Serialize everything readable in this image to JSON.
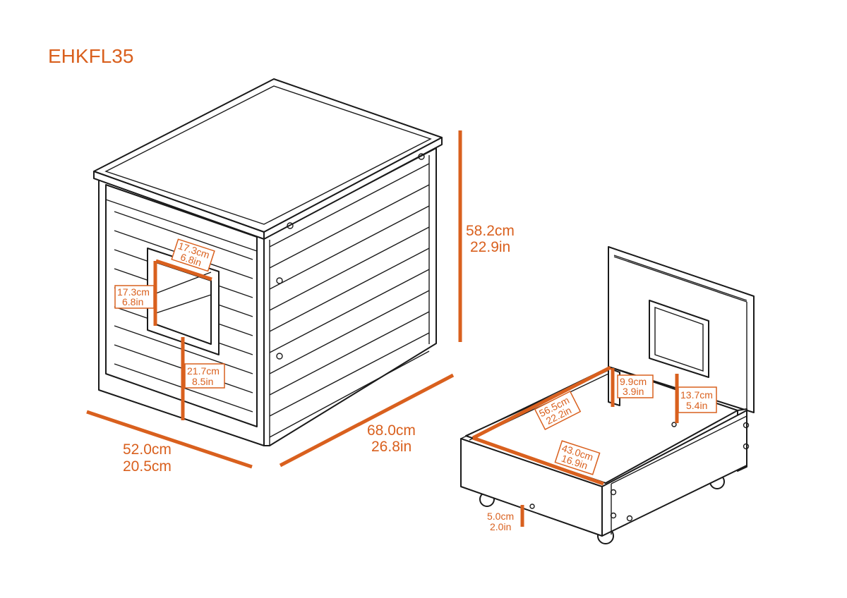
{
  "model": "EHKFL35",
  "accent_color": "#d9601e",
  "cabinet": {
    "height": {
      "cm": "58.2cm",
      "in": "22.9in"
    },
    "depth": {
      "cm": "68.0cm",
      "in": "26.8in"
    },
    "width": {
      "cm": "52.0cm",
      "in": "20.5cm"
    },
    "door_width": {
      "cm": "17.3cm",
      "in": "6.8in"
    },
    "door_height": {
      "cm": "17.3cm",
      "in": "6.8in"
    },
    "door_from_floor": {
      "cm": "21.7cm",
      "in": "8.5in"
    }
  },
  "drawer": {
    "inner_length": {
      "cm": "56.5cm",
      "in": "22.2in"
    },
    "inner_width": {
      "cm": "43.0cm",
      "in": "16.9in"
    },
    "wall_height": {
      "cm": "9.9cm",
      "in": "3.9in"
    },
    "panel_window_height": {
      "cm": "13.7cm",
      "in": "5.4in"
    },
    "clearance": {
      "cm": "5.0cm",
      "in": "2.0in"
    }
  }
}
